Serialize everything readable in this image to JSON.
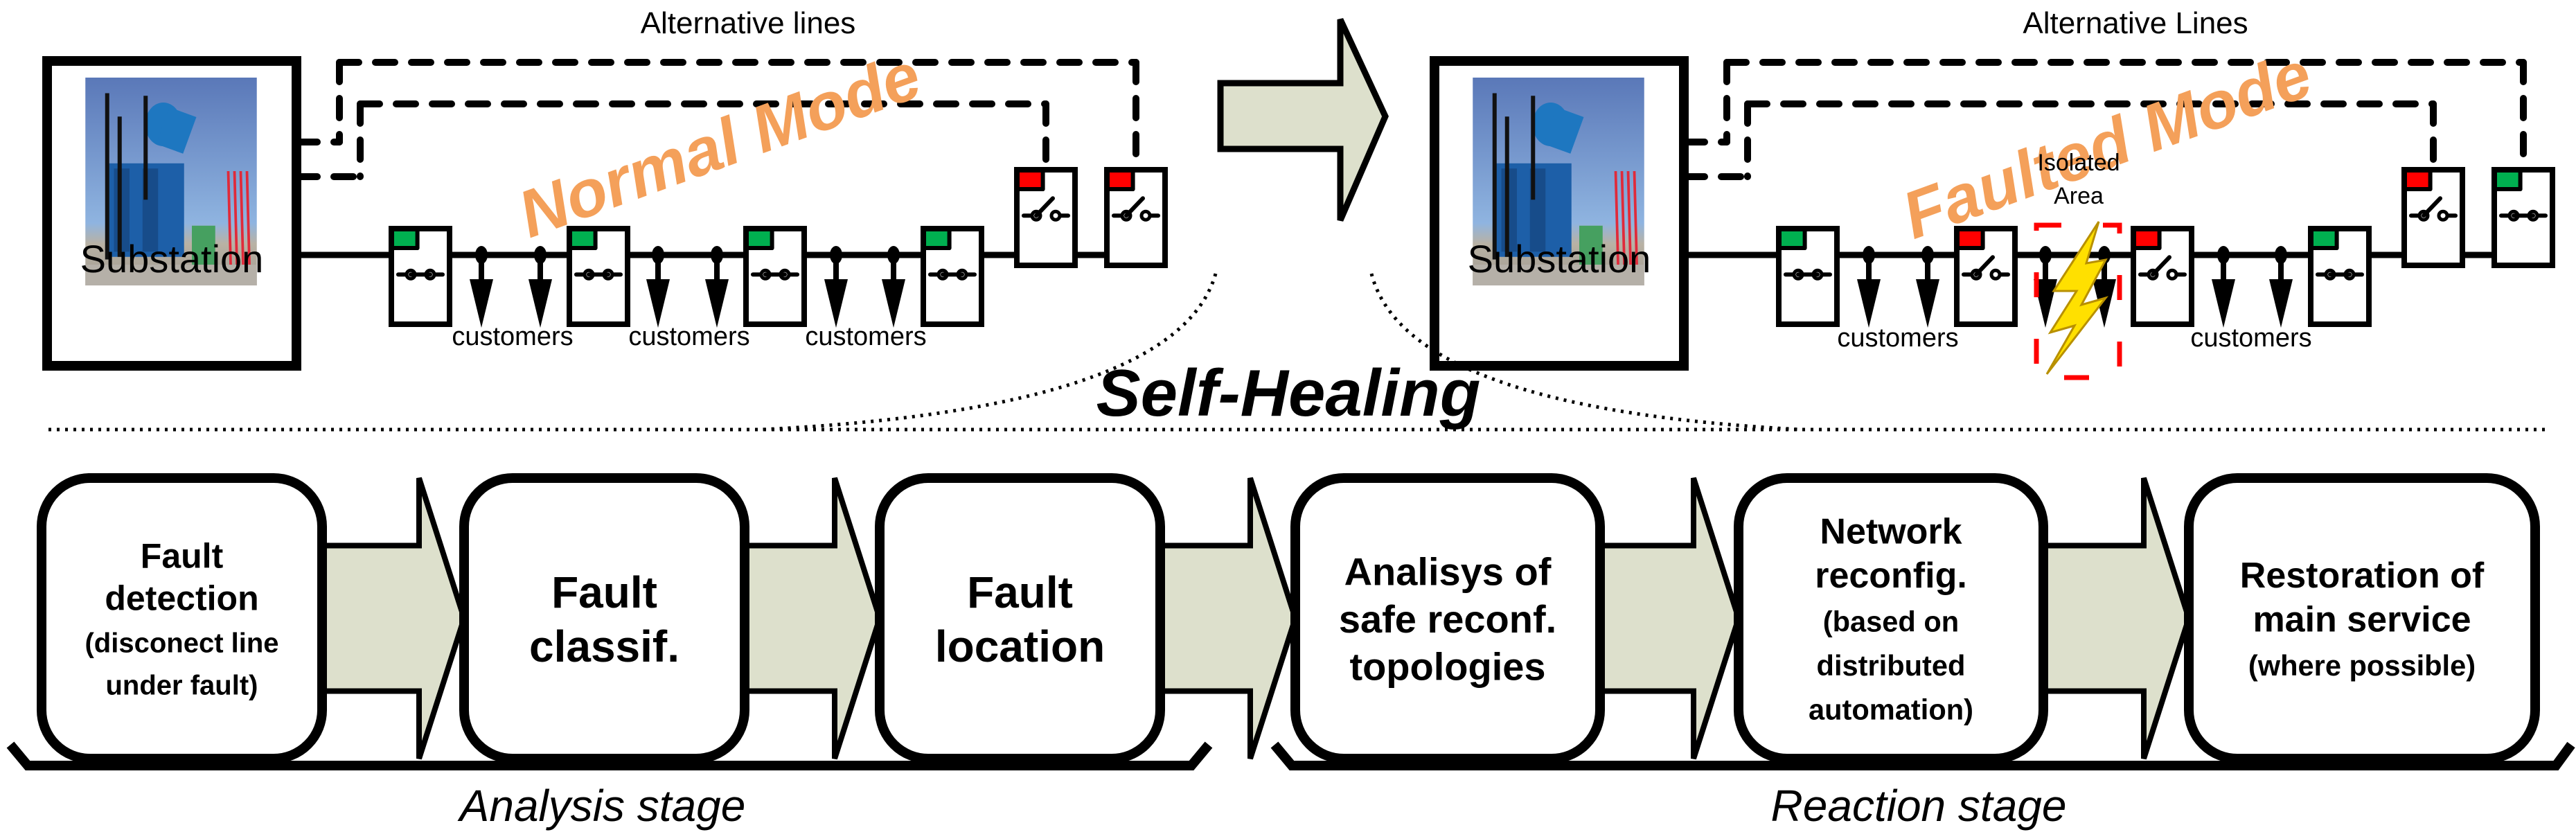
{
  "title": "Self-Healing",
  "colors": {
    "mode_text": "#f4a05a",
    "switch_closed": "#00b050",
    "switch_open": "#ff0000",
    "arrow_fill": "#dde0cc",
    "isolated_dash": "#ff0000",
    "lightning": "#ffe000"
  },
  "normal_panel": {
    "mode_label": "Normal Mode",
    "alt_lines_label": "Alternative lines",
    "substation_label": "Substation",
    "substation_image": "transformer-photo",
    "customer_labels": [
      "customers",
      "customers",
      "customers"
    ],
    "feeder_switches": [
      "closed",
      "closed",
      "closed",
      "closed"
    ],
    "tie_switches": [
      "open",
      "open"
    ]
  },
  "transition_arrow": "right-block-arrow",
  "faulted_panel": {
    "mode_label": "Faulted Mode",
    "alt_lines_label": "Alternative Lines",
    "substation_label": "Substation",
    "substation_image": "transformer-photo",
    "isolated_label_line1": "Isolated",
    "isolated_label_line2": "Area",
    "customer_labels": [
      "customers",
      "customers"
    ],
    "feeder_switches": [
      "closed",
      "open",
      "open",
      "closed"
    ],
    "tie_switches": [
      "open",
      "closed"
    ],
    "fault_icon": "lightning-bolt"
  },
  "process": {
    "steps": [
      {
        "lines": [
          "Fault",
          "detection",
          "(disconect line",
          "under fault)"
        ]
      },
      {
        "lines": [
          "Fault",
          "classif."
        ]
      },
      {
        "lines": [
          "Fault",
          "location"
        ]
      },
      {
        "lines": [
          "Analisys of",
          "safe reconf.",
          "topologies"
        ]
      },
      {
        "lines": [
          "Network",
          "reconfig.",
          "(based on",
          "distributed",
          "automation)"
        ]
      },
      {
        "lines": [
          "Restoration of",
          "main service",
          "(where possible)"
        ]
      }
    ],
    "stages": [
      {
        "label": "Analysis stage"
      },
      {
        "label": "Reaction stage"
      }
    ]
  }
}
